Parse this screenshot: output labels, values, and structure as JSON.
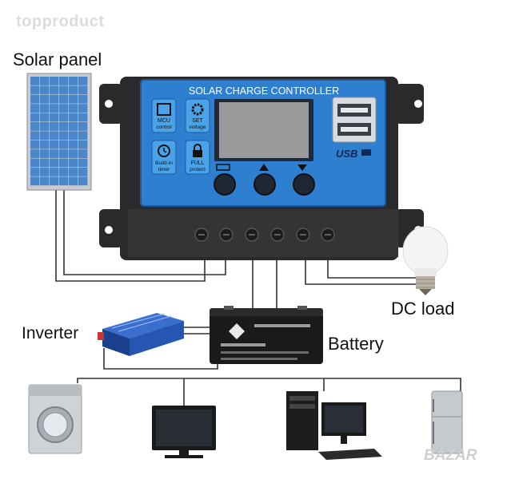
{
  "watermark": "topproduct",
  "brand_mark": "BAZAR",
  "labels": {
    "solar_panel": "Solar panel",
    "dc_load": "DC load",
    "inverter": "Inverter",
    "battery": "Battery"
  },
  "controller": {
    "title": "SOLAR CHARGE CONTROLLER",
    "icons": [
      {
        "icon": "chip-icon",
        "line1": "MCU",
        "line2": "control"
      },
      {
        "icon": "gear-icon",
        "line1": "SET",
        "line2": "voltage"
      },
      {
        "icon": "clock-icon",
        "line1": "Build-in",
        "line2": "timer"
      },
      {
        "icon": "lock-icon",
        "line1": "FULL",
        "line2": "protect"
      }
    ],
    "usb_label": "USB"
  },
  "colors": {
    "controller_blue": "#2f7fd0",
    "controller_body": "#2a2a2c",
    "lcd": "#9a9a9a",
    "panel_cells": "#4a86c8",
    "wire": "#333333"
  }
}
